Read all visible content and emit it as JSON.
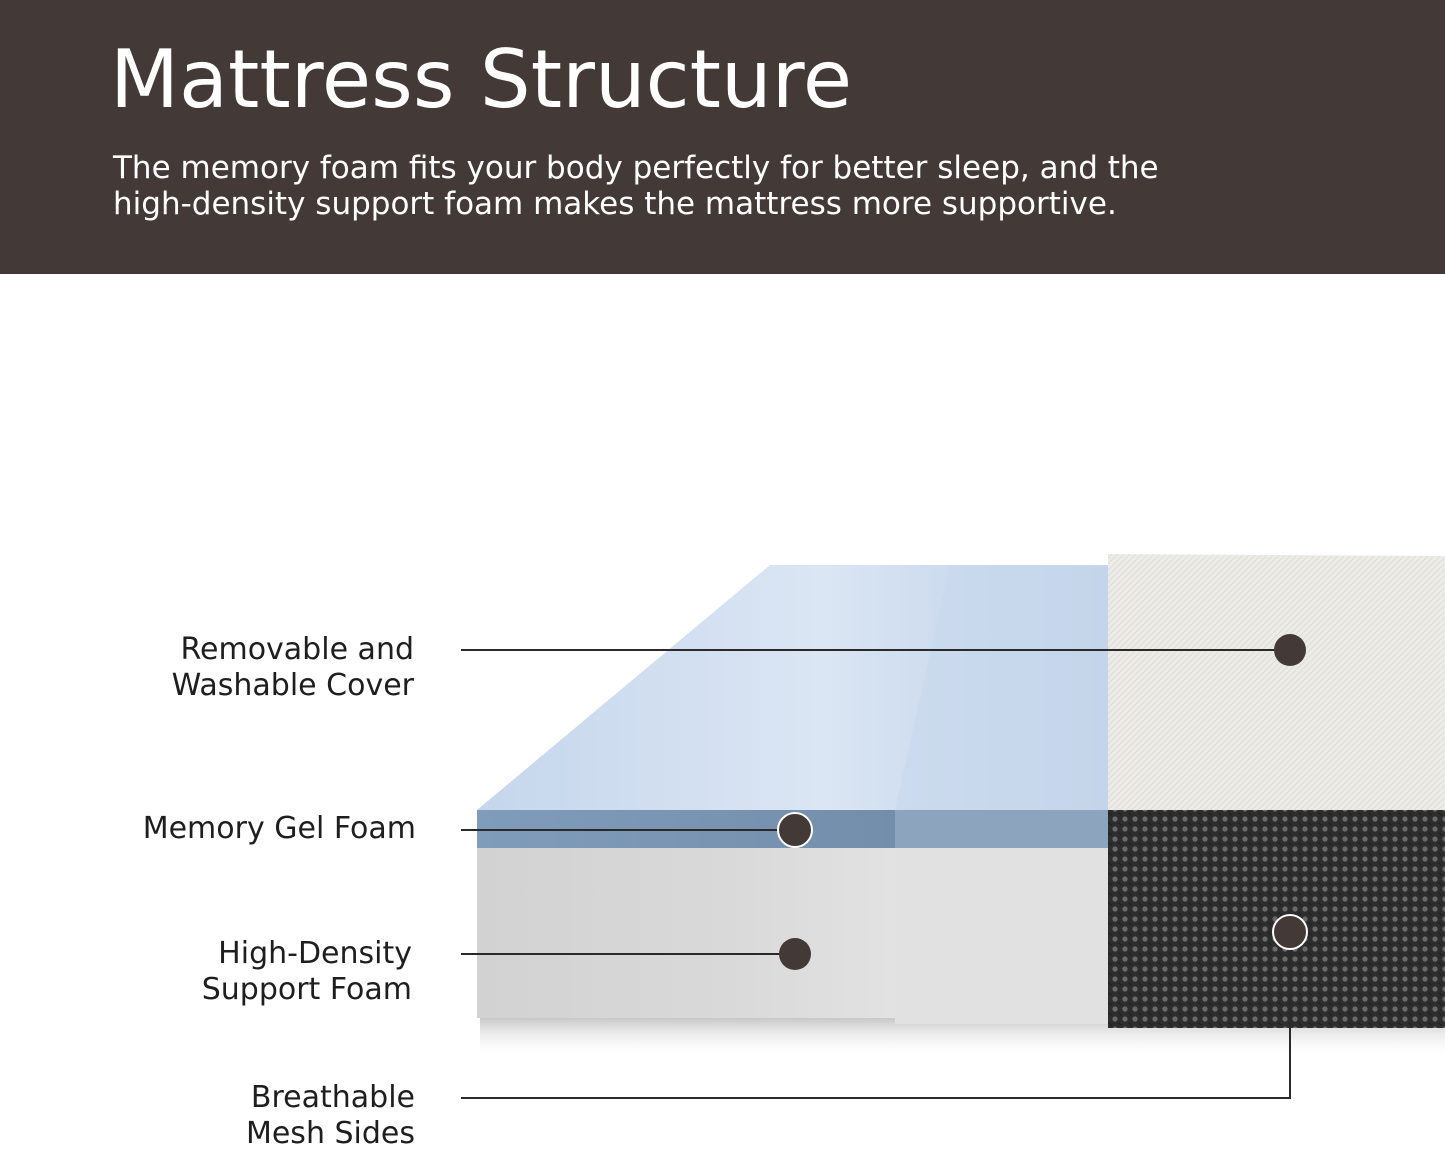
{
  "header": {
    "title": "Mattress Structure",
    "subtitle_line1": "The memory foam fits your body perfectly for better sleep, and the",
    "subtitle_line2": "high-density support foam makes the mattress more supportive."
  },
  "labels": {
    "cover_line1": "Removable and",
    "cover_line2": "Washable Cover",
    "gel": "Memory Gel Foam",
    "support_line1": "High-Density",
    "support_line2": "Support Foam",
    "mesh_line1": "Breathable",
    "mesh_line2": "Mesh Sides"
  },
  "colors": {
    "header_bg": "#433a37",
    "gel_foam": "#a9c3e2",
    "support_foam": "#d6d6d6",
    "cover": "#ecebe6",
    "mesh": "#333333",
    "callout_dot": "#433a37"
  }
}
